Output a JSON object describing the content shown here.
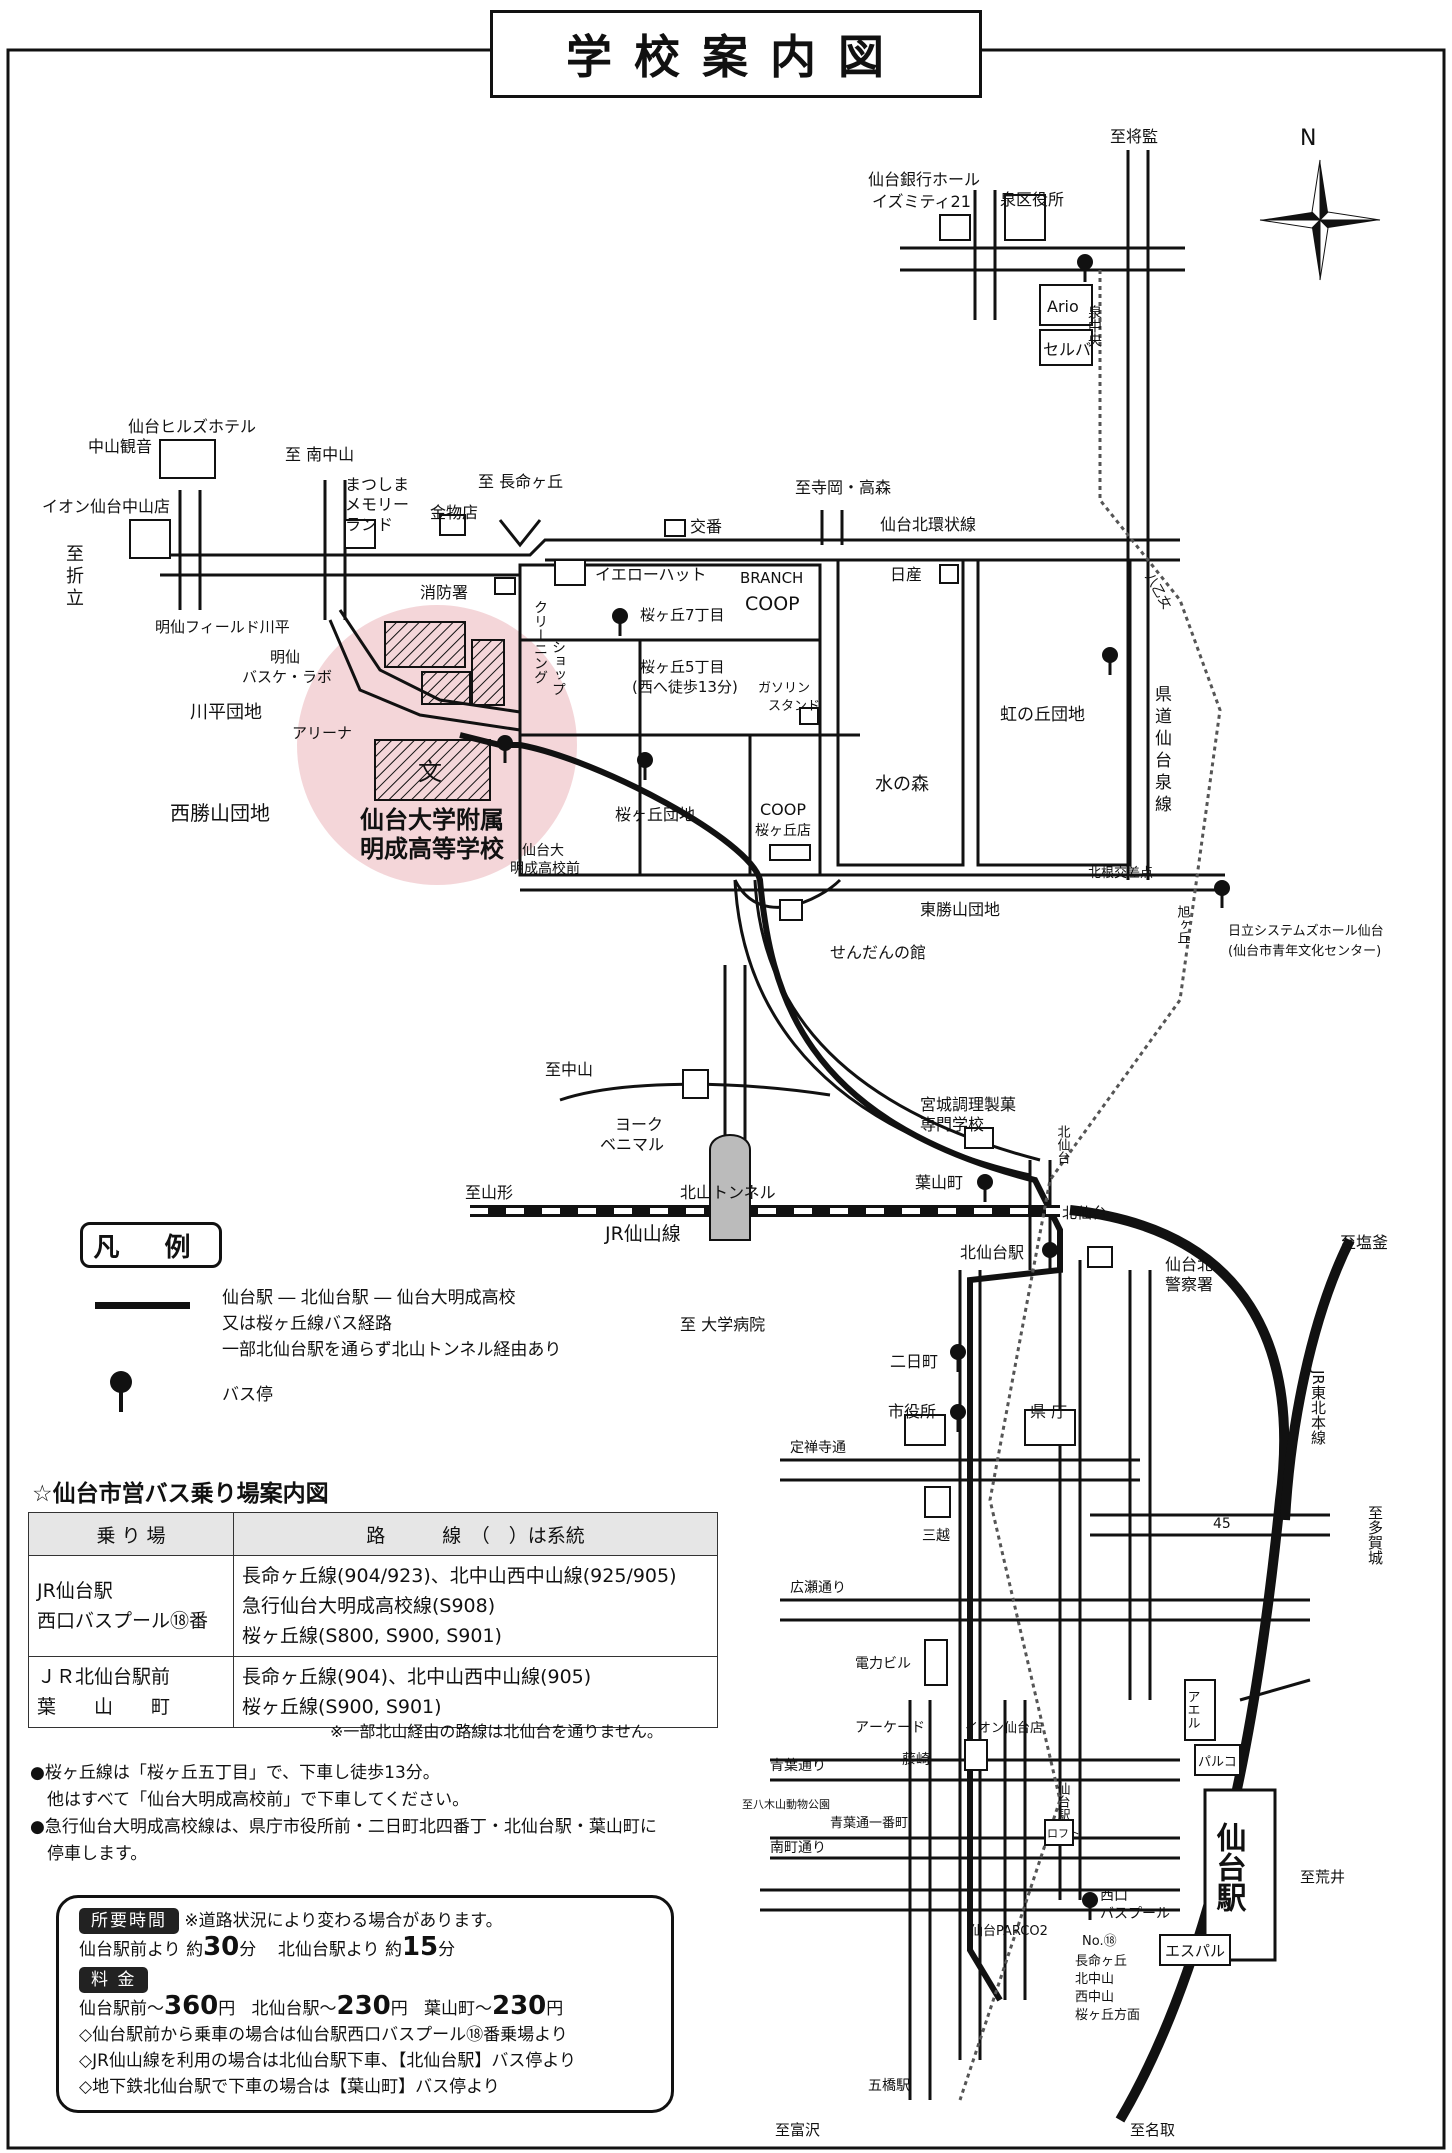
{
  "title": "学校案内図",
  "compass": "N",
  "places": {
    "izumi_ward": "泉区役所",
    "sendai_bank_hall": "仙台銀行ホール",
    "izumity": "イズミティ21",
    "shishokan": "至将監",
    "ario": "Ario",
    "seruba": "セルバ",
    "izumi_chuo": "泉中央",
    "hills_hotel": "仙台ヒルズホテル",
    "nakayama_kannon": "中山観音",
    "to_minaminakayama": "至 南中山",
    "matsushima_memorial_1": "まつしま",
    "matsushima_memorial_2": "メモリー",
    "matsushima_memorial_3": "ランド",
    "to_nagamachi": "至 長命ヶ丘",
    "kanamonoten": "金物店",
    "to_teraoka": "至寺岡・高森",
    "koban": "交番",
    "kitakanjo": "仙台北環状線",
    "aeon_nakayama": "イオン仙台中山店",
    "to_oritate_1": "至",
    "to_oritate_2": "折",
    "to_oritate_3": "立",
    "shobosho": "消防署",
    "yellow_hat": "イエローハット",
    "branch": "BRANCH",
    "coop": "COOP",
    "nissan": "日産",
    "meisen_field": "明仙フィールド川平",
    "cleaning": "クリーニング",
    "shop": "ショップ",
    "sakuragaoka7": "桜ヶ丘7丁目",
    "sakuragaoka5_1": "桜ヶ丘5丁目",
    "sakuragaoka5_2": "(西へ徒歩13分)",
    "gas_station_1": "ガソリン",
    "gas_station_2": "スタンド",
    "meisen_baske_1": "明仙",
    "meisen_baske_2": "バスケ・ラボ",
    "arena": "アリーナ",
    "kawahira": "川平団地",
    "nishi_katsuyama": "西勝山団地",
    "bun": "文",
    "school_1": "仙台大学附属",
    "school_2": "明成高等学校",
    "school_stop_1": "仙台大",
    "school_stop_2": "明成高校前",
    "sakuragaoka_danchi": "桜ヶ丘団地",
    "coop_sakuragaoka_1": "COOP",
    "coop_sakuragaoka_2": "桜ヶ丘店",
    "mizunomori": "水の森",
    "niji_danchi": "虹の丘団地",
    "kendo_1": "県",
    "kendo_2": "道",
    "kendo_3": "仙",
    "kendo_4": "台",
    "kendo_5": "泉",
    "kendo_6": "線",
    "hachiotome": "八乙女",
    "kitane": "北根交差点",
    "asahigaoka": "旭ヶ丘",
    "hitachi_1": "日立システムズホール仙台",
    "hitachi_2": "(仙台市青年文化センター)",
    "higashikatsuyama": "東勝山団地",
    "sendan": "せんだんの館",
    "to_nakayama": "至中山",
    "yorkbenimaru_1": "ヨーク",
    "yorkbenimaru_2": "ベニマル",
    "miyagi_cooking_1": "宮城調理製菓",
    "miyagi_cooking_2": "専門学校",
    "kitasendai_line": "北仙台",
    "to_yamagata": "至山形",
    "kitayama_tunnel": "北山トンネル",
    "hayamacho": "葉山町",
    "kitasendai_station": "北仙台",
    "jr_senzan": "JR仙山線",
    "kitasendai_eki": "北仙台駅",
    "kitasendai_police_1": "仙台北",
    "kitasendai_police_2": "警察署",
    "to_daigaku_byoin": "至 大学病院",
    "to_shiogama": "至塩釜",
    "jr_tohoku": "JR東北本線",
    "futsukamachi": "二日町",
    "shiyakusho": "市役所",
    "kencho": "県 庁",
    "jozenji": "定禅寺通",
    "mitsukoshi": "三越",
    "route45": "45",
    "to_tagajo": "至多賀城",
    "hirose": "広瀬通り",
    "denryoku": "電力ビル",
    "aeru": "アエル",
    "parco": "パルコ",
    "arcade": "アーケード",
    "fujisaki": "藤崎",
    "aeon_sendai": "イオン仙台店",
    "aoba": "青葉通り",
    "to_yagiyama": "至八木山動物公園",
    "aoba_ichibancho": "青葉通一番町",
    "sendai_subway": "仙台駅",
    "loft": "ロフト",
    "sendai_station": "仙台駅",
    "to_arai": "至荒井",
    "minamimachi": "南町通り",
    "nishiguchi_1": "西口",
    "nishiguchi_2": "バスプール",
    "parco2": "仙台PARCO2",
    "no18": "No.⑱",
    "no18_dest_1": "長命ヶ丘",
    "no18_dest_2": "北中山",
    "no18_dest_3": "西中山",
    "no18_dest_4": "桜ヶ丘方面",
    "espal": "エスパル",
    "itsutsubashi": "五橋駅",
    "to_tomizawa": "至富沢",
    "to_natori": "至名取"
  },
  "legend": {
    "title": "凡 例",
    "line_1": "仙台駅 ― 北仙台駅 ― 仙台大明成高校",
    "line_2": "又は桜ヶ丘線バス経路",
    "line_3": "一部北仙台駅を通らず北山トンネル経由あり",
    "bus_stop": "バス停"
  },
  "bus_guide": {
    "heading": "☆仙台市営バス乗り場案内図",
    "col_place": "乗 り 場",
    "col_route": "路　　　線　（　）は系統",
    "rows": [
      {
        "place_1": "JR仙台駅",
        "place_2": "西口バスプール⑱番",
        "route_1": "長命ヶ丘線(904/923)、北中山西中山線(925/905)",
        "route_2": "急行仙台大明成高校線(S908)",
        "route_3": "桜ヶ丘線(S800, S900, S901)"
      },
      {
        "place_1": "ＪＲ北仙台駅前",
        "place_2": "葉　　山　　町",
        "route_1": "長命ヶ丘線(904)、北中山西中山線(905)",
        "route_2": "桜ヶ丘線(S900, S901)",
        "route_3": ""
      }
    ],
    "note": "※一部北山経由の路線は北仙台を通りません。"
  },
  "notes": {
    "n1": "●桜ヶ丘線は「桜ヶ丘五丁目」で、下車し徒歩13分。",
    "n2": "　他はすべて「仙台大明成高校前」で下車してください。",
    "n3": "●急行仙台大明成高校線は、県庁市役所前・二日町北四番丁・北仙台駅・葉山町に",
    "n4": "　停車します。"
  },
  "info": {
    "time_tag": "所要時間",
    "time_note": "※道路状況により変わる場合があります。",
    "time_a": "仙台駅前より 約",
    "time_a_val": "30",
    "time_a_unit": "分",
    "time_b": "北仙台駅より 約",
    "time_b_val": "15",
    "time_b_unit": "分",
    "fare_tag": "料 金",
    "fare_a": "仙台駅前～",
    "fare_a_val": "360",
    "fare_b": "北仙台駅～",
    "fare_b_val": "230",
    "fare_c": "葉山町～",
    "fare_c_val": "230",
    "yen": "円",
    "b1": "◇仙台駅前から乗車の場合は仙台駅西口バスプール⑱番乗場より",
    "b2": "◇JR仙山線を利用の場合は北仙台駅下車、【北仙台駅】バス停より",
    "b3": "◇地下鉄北仙台駅で下車の場合は【葉山町】バス停より"
  }
}
